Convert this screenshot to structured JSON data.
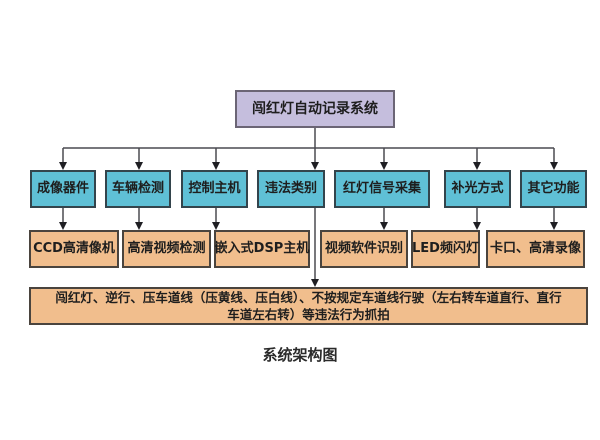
{
  "diagram": {
    "caption": "系统架构图",
    "root": {
      "name": "root-node",
      "label": "闯红灯自动记录系统"
    },
    "level2": [
      {
        "name": "imaging-device",
        "label": "成像器件"
      },
      {
        "name": "vehicle-detection",
        "label": "车辆检测"
      },
      {
        "name": "control-host",
        "label": "控制主机"
      },
      {
        "name": "violation-category",
        "label": "违法类别"
      },
      {
        "name": "red-light-signal-collection",
        "label": "红灯信号采集"
      },
      {
        "name": "fill-light-mode",
        "label": "补光方式"
      },
      {
        "name": "other-functions",
        "label": "其它功能"
      }
    ],
    "level3": [
      {
        "name": "ccd-hd-camera",
        "label": "CCD高清像机"
      },
      {
        "name": "hd-video-detection",
        "label": "高清视频检测"
      },
      {
        "name": "embedded-dsp-host",
        "label": "嵌入式DSP主机"
      },
      {
        "name": "video-software-recognition",
        "label": "视频软件识别"
      },
      {
        "name": "led-strobe-light",
        "label": "LED频闪灯"
      },
      {
        "name": "checkpoint-hd-recording",
        "label": "卡口、高清录像"
      }
    ],
    "violation_detail": {
      "name": "violation-detail",
      "lines": [
        "闯红灯、逆行、压车道线（压黄线、压白线）、不按规定车道线行驶（左右转车道直行、直行",
        "车道左右转）等违法行为抓拍"
      ]
    },
    "edges": [
      {
        "from": "闯红灯自动记录系统",
        "to": "成像器件"
      },
      {
        "from": "闯红灯自动记录系统",
        "to": "车辆检测"
      },
      {
        "from": "闯红灯自动记录系统",
        "to": "控制主机"
      },
      {
        "from": "闯红灯自动记录系统",
        "to": "违法类别"
      },
      {
        "from": "闯红灯自动记录系统",
        "to": "红灯信号采集"
      },
      {
        "from": "闯红灯自动记录系统",
        "to": "补光方式"
      },
      {
        "from": "闯红灯自动记录系统",
        "to": "其它功能"
      },
      {
        "from": "成像器件",
        "to": "CCD高清像机"
      },
      {
        "from": "车辆检测",
        "to": "高清视频检测"
      },
      {
        "from": "控制主机",
        "to": "嵌入式DSP主机"
      },
      {
        "from": "红灯信号采集",
        "to": "视频软件识别"
      },
      {
        "from": "补光方式",
        "to": "LED频闪灯"
      },
      {
        "from": "其它功能",
        "to": "卡口、高清录像"
      },
      {
        "from": "违法类别",
        "to": "闯红灯、逆行、压车道线（压黄线、压白线）、不按规定车道线行驶（左右转车道直行、直行车道左右转）等违法行为抓拍"
      }
    ],
    "colors": {
      "root_fill": "#c5bedd",
      "root_border": "#6b6575",
      "level2_fill": "#5fc0d6",
      "level2_border": "#33444c",
      "level3_fill": "#f1be8d",
      "level3_border": "#4a443e",
      "line": "#4a4a50",
      "arrow": "#1f1f23",
      "text": "#1e1e1e"
    }
  }
}
